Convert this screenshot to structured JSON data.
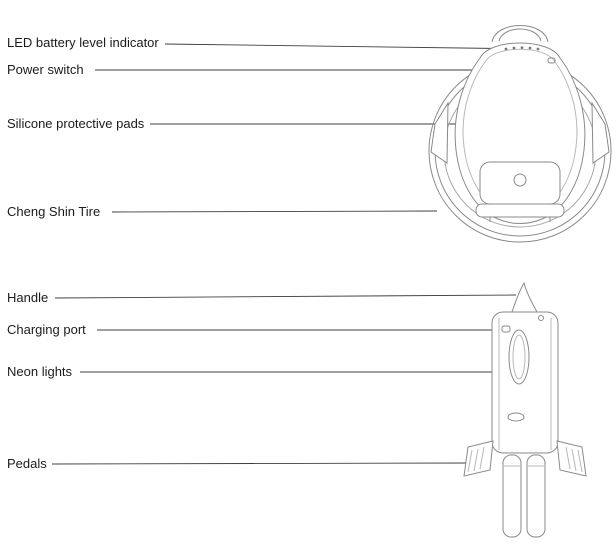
{
  "colors": {
    "text": "#1b1b1b",
    "leader_line": "#3f3f3f",
    "artwork_stroke": "#8a8a8a"
  },
  "diagram": {
    "labels": [
      {
        "text": "LED battery level indicator"
      },
      {
        "text": "Power switch"
      },
      {
        "text": "Silicone protective pads"
      },
      {
        "text": "Cheng Shin Tire"
      },
      {
        "text": "Handle"
      },
      {
        "text": "Charging port"
      },
      {
        "text": "Neon lights"
      },
      {
        "text": "Pedals"
      }
    ]
  }
}
